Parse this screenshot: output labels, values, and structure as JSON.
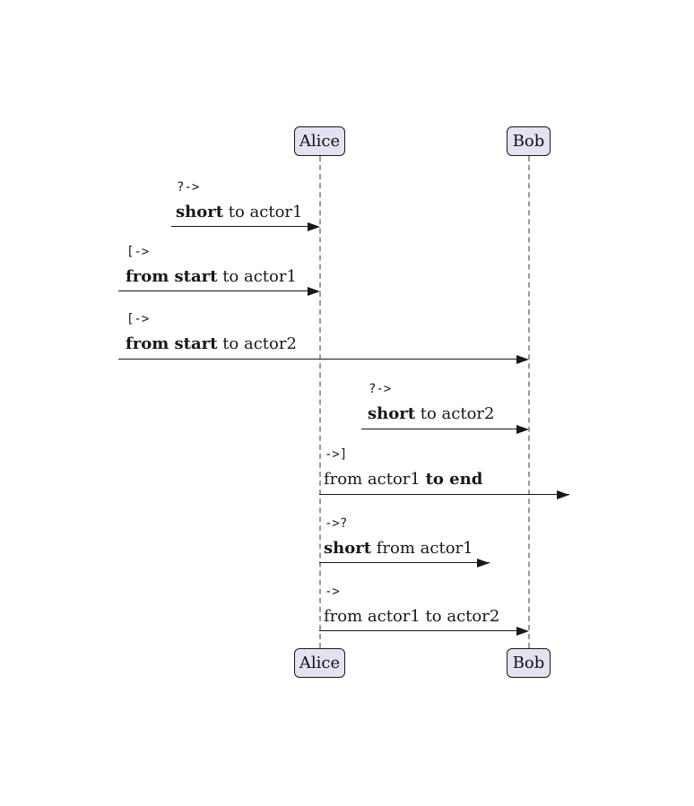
{
  "diagram": {
    "type": "sequence-diagram",
    "actors": [
      {
        "name": "Alice"
      },
      {
        "name": "Bob"
      }
    ],
    "colors": {
      "background": "#FFFFFF",
      "actor_fill": "#E2E2F2",
      "actor_border": "#181818",
      "lifeline": "#9A9A9A",
      "arrow": "#181818",
      "text": "#181818"
    },
    "messages": [
      {
        "code": "?->",
        "label_pre": "",
        "label_bold": "short",
        "label_post": " to actor1",
        "from": "offscreen-short",
        "to": "Alice"
      },
      {
        "code": "[->",
        "label_pre": "",
        "label_bold": "from start",
        "label_post": " to actor1",
        "from": "diagram-start",
        "to": "Alice"
      },
      {
        "code": "[->",
        "label_pre": "",
        "label_bold": "from start",
        "label_post": " to actor2",
        "from": "diagram-start",
        "to": "Bob"
      },
      {
        "code": "?->",
        "label_pre": "",
        "label_bold": "short",
        "label_post": " to actor2",
        "from": "offscreen-short",
        "to": "Bob"
      },
      {
        "code": "->]",
        "label_pre": "from actor1 ",
        "label_bold": "to end",
        "label_post": "",
        "from": "Alice",
        "to": "diagram-end"
      },
      {
        "code": "->?",
        "label_pre": "",
        "label_bold": "short",
        "label_post": " from actor1",
        "from": "Alice",
        "to": "offscreen-short"
      },
      {
        "code": "->",
        "label_pre": "from actor1 to actor2",
        "label_bold": "",
        "label_post": "",
        "from": "Alice",
        "to": "Bob"
      }
    ]
  }
}
